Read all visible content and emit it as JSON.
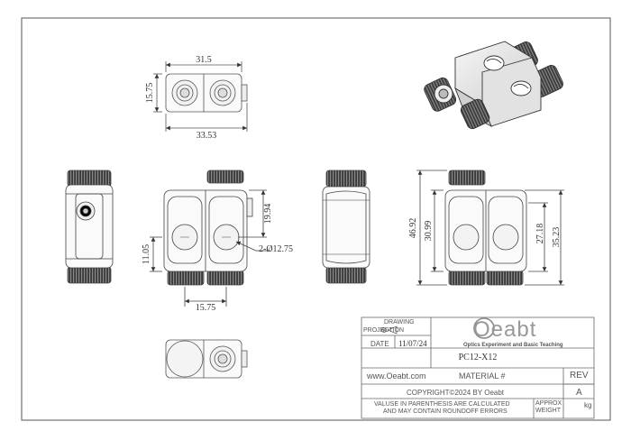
{
  "drawing": {
    "dimensions": {
      "top_width": "31.5",
      "top_height": "15.75",
      "top_overall": "33.53",
      "front_height": "19.94",
      "front_offset": "11.05",
      "front_bore": "2-Ø12.75",
      "front_pitch": "15.75",
      "side_overall": "46.92",
      "side_body": "30.99",
      "side_right_1": "27.18",
      "side_right_2": "35.23"
    }
  },
  "title_block": {
    "drawing_label": "DRAWING",
    "projection_label": "PROJECTION",
    "date_label": "DATE",
    "date_value": "11/07/24",
    "brand": "Oeabt",
    "tagline": "Optics Experiment and Basic Teaching",
    "part_number": "PC12-X12",
    "website": "www.Oeabt.com",
    "material_label": "MATERIAL #",
    "rev_label": "REV",
    "rev_value": "A",
    "copyright": "COPYRIGHT©2024 BY Oeabt",
    "note_line1": "VALUSE IN PARENTHESIS ARE CALCULATED",
    "note_line2": "AND MAY CONTAIN ROUNDOFF ERRORS",
    "approx_label": "APPROX",
    "weight_label": "WEIGHT",
    "weight_unit": "kg"
  }
}
